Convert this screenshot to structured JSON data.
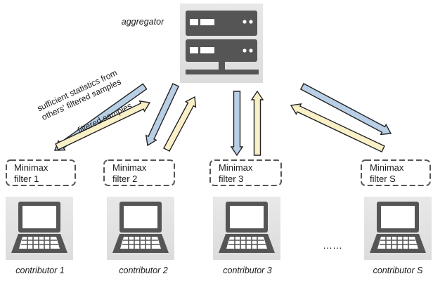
{
  "aggregator": {
    "label": "aggregator",
    "icon": "server-icon"
  },
  "arrow_labels": {
    "down": [
      "sufficient statistics from",
      "others' filtered samples"
    ],
    "up": "filtered samples"
  },
  "contributors": [
    {
      "filter_line1": "Minimax",
      "filter_line2": "filter 1",
      "label": "contributor 1"
    },
    {
      "filter_line1": "Minimax",
      "filter_line2": "filter 2",
      "label": "contributor 2"
    },
    {
      "filter_line1": "Minimax",
      "filter_line2": "filter 3",
      "label": "contributor 3"
    },
    {
      "filter_line1": "Minimax",
      "filter_line2": "filter S",
      "label": "contributor S"
    }
  ],
  "ellipsis": "……",
  "icons": {
    "contributor": "laptop-icon",
    "aggregator": "server-icon"
  },
  "colors": {
    "downlink_arrow": "#b8cfe6",
    "uplink_arrow": "#faf0c8",
    "arrow_outline": "#222222",
    "icon_background": "#e2e2e2",
    "icon_dark": "#555555",
    "filter_border": "#555555"
  }
}
